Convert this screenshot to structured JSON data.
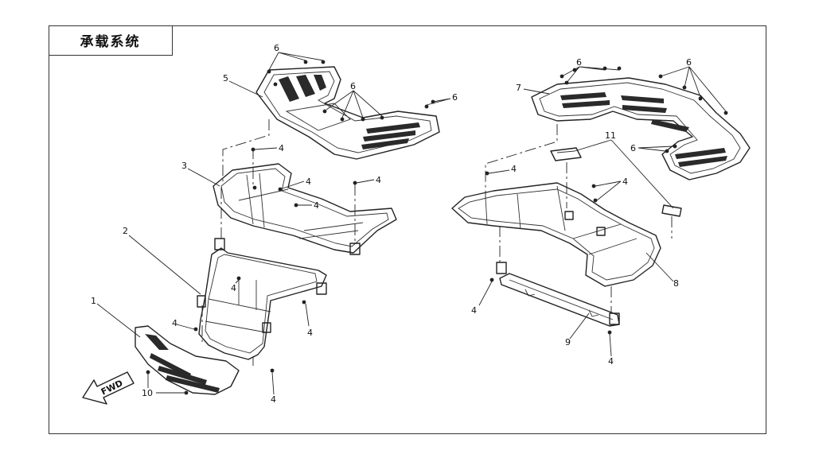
{
  "title": "承载系统",
  "fwd_label": "FWD",
  "callouts": {
    "c1": "1",
    "c2": "2",
    "c3": "3",
    "c4a": "4",
    "c4b": "4",
    "c4c": "4",
    "c4d": "4",
    "c4e": "4",
    "c4f": "4",
    "c4g": "4",
    "c4h": "4",
    "c4i": "4",
    "c4j": "4",
    "c4k": "4",
    "c5": "5",
    "c6a": "6",
    "c6b": "6",
    "c6c": "6",
    "c6d": "6",
    "c6e": "6",
    "c6f": "6",
    "c7": "7",
    "c8": "8",
    "c9": "9",
    "c10": "10",
    "c11": "11"
  }
}
